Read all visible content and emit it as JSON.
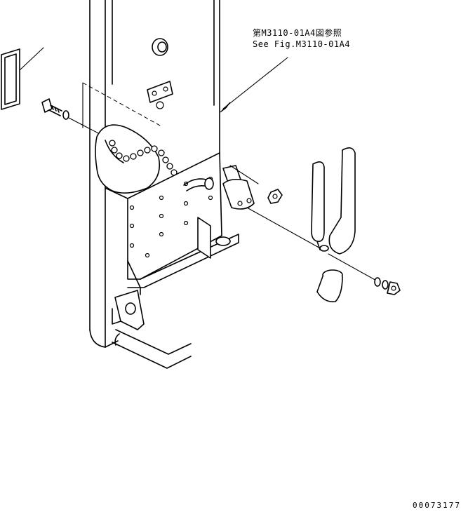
{
  "diagram": {
    "reference_label_jp": "第M3110-01A4図参照",
    "reference_label_en": "See Fig.M3110-01A4",
    "drawing_number": "00073177"
  }
}
